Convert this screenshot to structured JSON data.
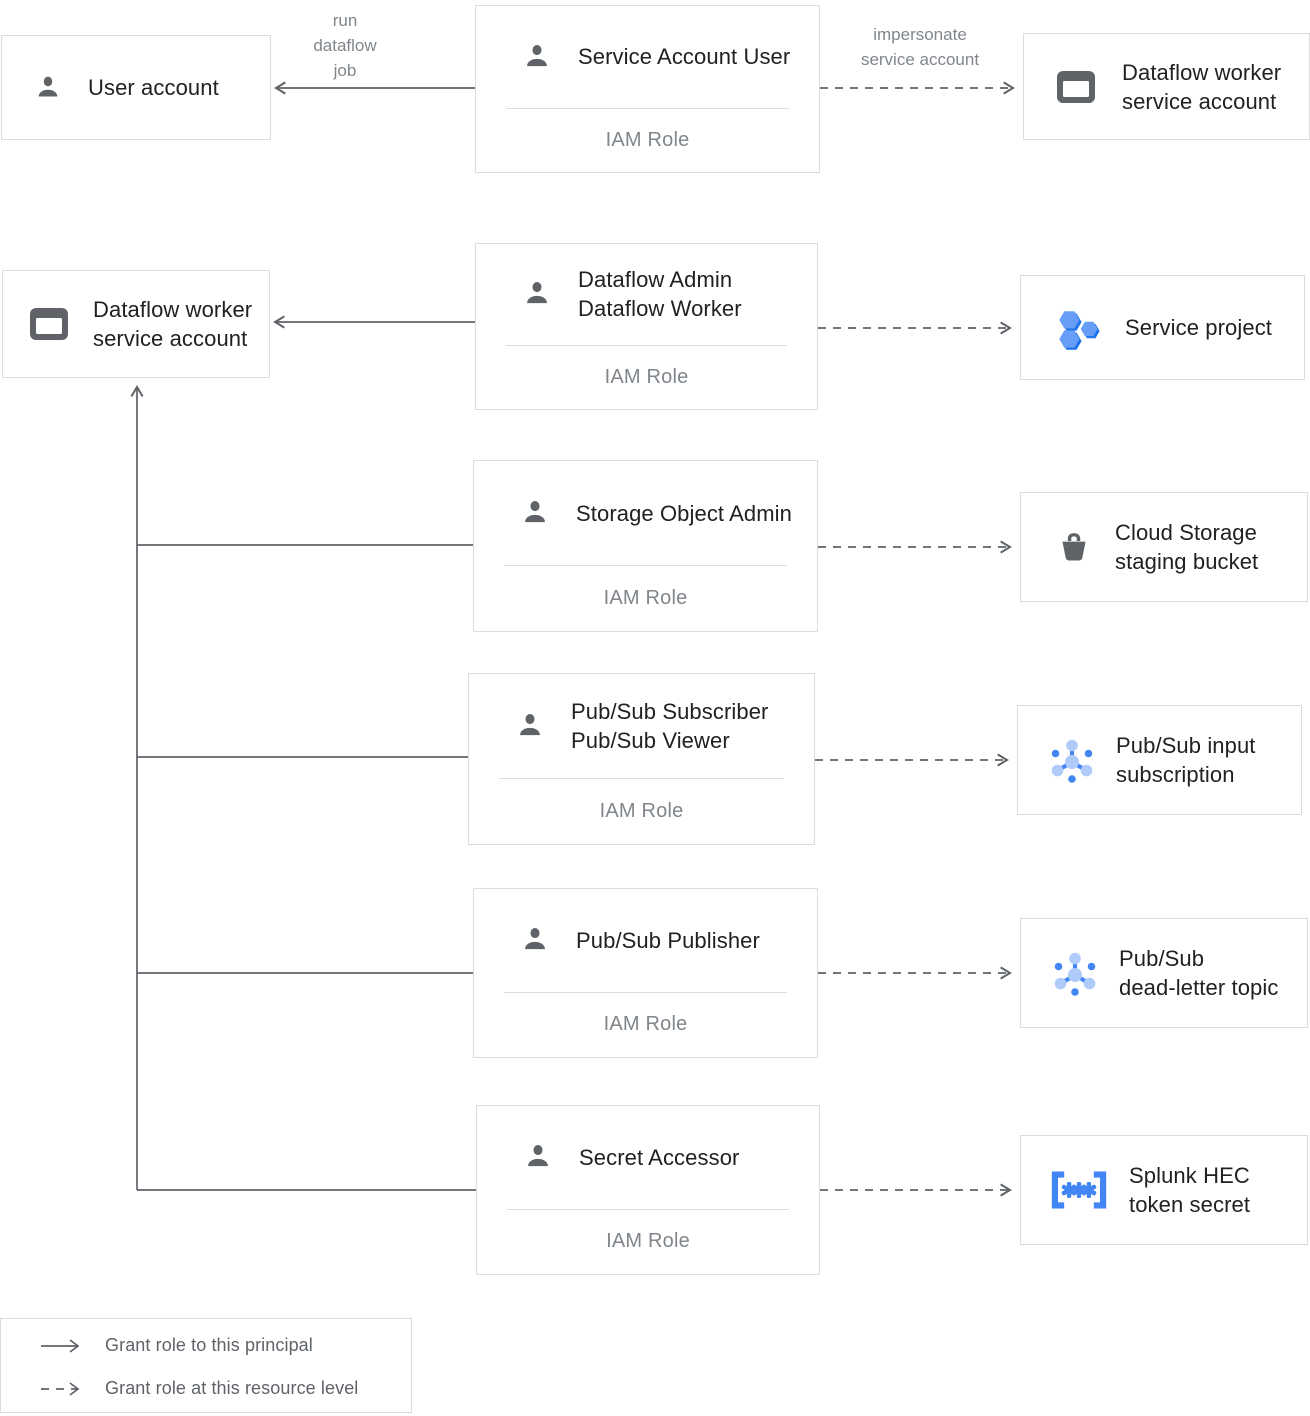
{
  "colors": {
    "box_border": "#dadce0",
    "icon_gray": "#5f6368",
    "text_dark": "#202124",
    "text_gray": "#80868b",
    "arrow_gray": "#5f6368",
    "blue": "#4285f4",
    "blue_light": "#aecbfa",
    "blue_mid": "#669df6",
    "blue_dark": "#1a73e8"
  },
  "nodes": {
    "user_account": {
      "title": "User account",
      "icon": "person-icon"
    },
    "service_account_user": {
      "title": "Service Account User",
      "role": "IAM Role",
      "icon": "person-icon"
    },
    "dataflow_worker_sa_top": {
      "title": "Dataflow worker\nservice account",
      "icon": "service-account-icon"
    },
    "dataflow_worker_sa_left": {
      "title": "Dataflow worker\nservice account",
      "icon": "service-account-icon"
    },
    "dataflow_admin_worker": {
      "title": "Dataflow Admin\nDataflow Worker",
      "role": "IAM Role",
      "icon": "person-icon"
    },
    "service_project": {
      "title": "Service project",
      "icon": "project-hexagons-icon"
    },
    "storage_object_admin": {
      "title": "Storage Object Admin",
      "role": "IAM Role",
      "icon": "person-icon"
    },
    "cloud_storage_bucket": {
      "title": "Cloud Storage\nstaging bucket",
      "icon": "storage-bucket-icon"
    },
    "pubsub_subscriber_viewer": {
      "title": "Pub/Sub Subscriber\nPub/Sub Viewer",
      "role": "IAM Role",
      "icon": "person-icon"
    },
    "pubsub_input_subscription": {
      "title": "Pub/Sub input\nsubscription",
      "icon": "pubsub-icon"
    },
    "pubsub_publisher": {
      "title": "Pub/Sub Publisher",
      "role": "IAM Role",
      "icon": "person-icon"
    },
    "pubsub_dead_letter_topic": {
      "title": "Pub/Sub\ndead-letter topic",
      "icon": "pubsub-icon"
    },
    "secret_accessor": {
      "title": "Secret Accessor",
      "role": "IAM Role",
      "icon": "person-icon"
    },
    "splunk_hec_token_secret": {
      "title": "Splunk HEC\ntoken secret",
      "icon": "secret-icon"
    }
  },
  "edges": {
    "run_dataflow_job": "run\ndataflow\njob",
    "impersonate_service_account": "impersonate\nservice account"
  },
  "legend": {
    "solid": "Grant role to this principal",
    "dashed": "Grant role at this resource level"
  }
}
